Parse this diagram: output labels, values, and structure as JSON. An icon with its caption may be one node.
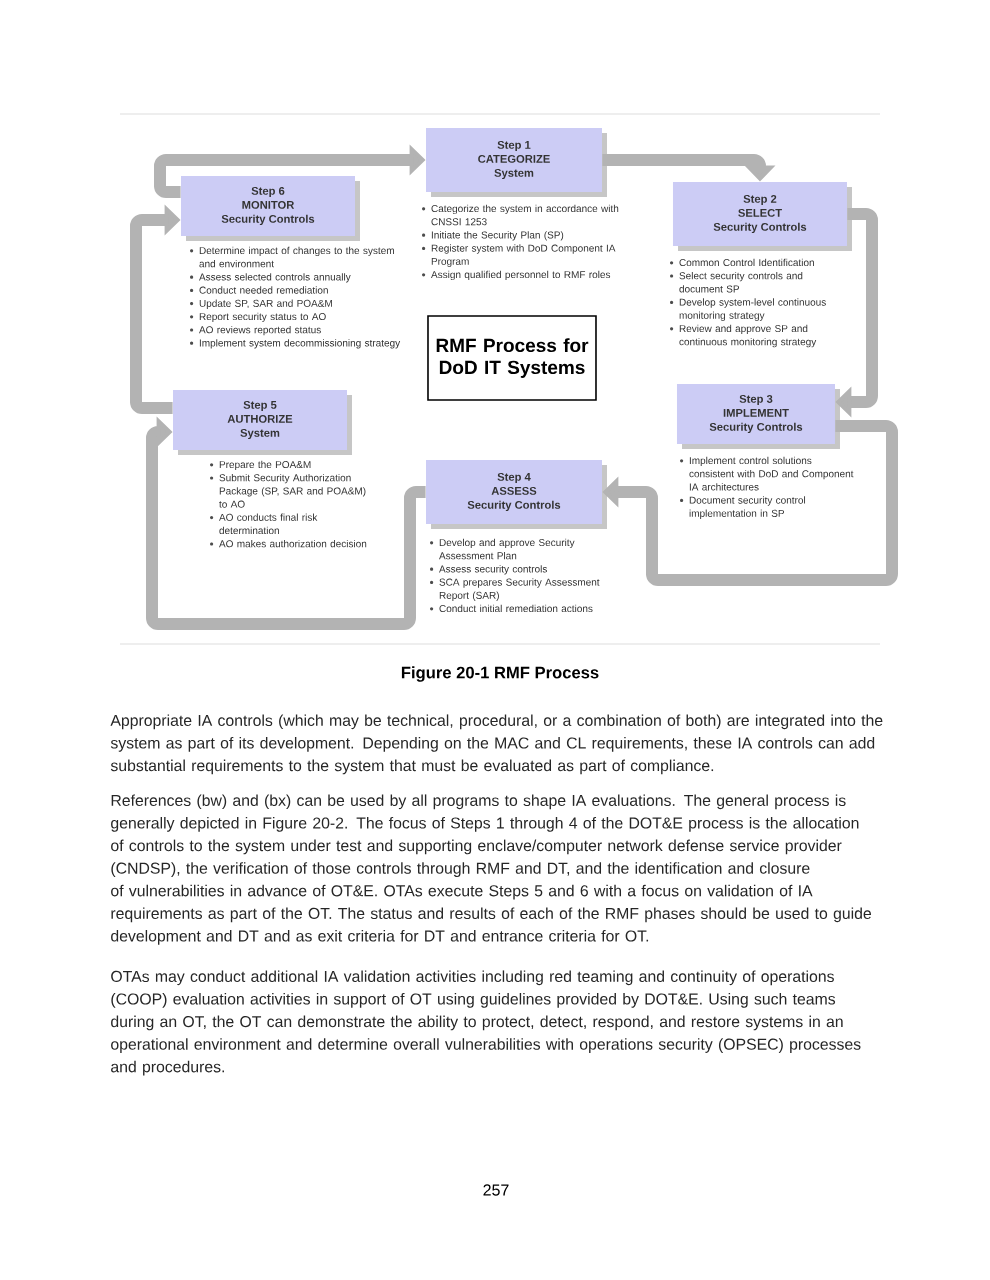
{
  "diagram": {
    "caption": "Figure 20-1 RMF Process",
    "nodes": [
      {
        "text": [
          "Step 1",
          "CATEGORIZE",
          "System"
        ],
        "beside": [
          "Categorize the system in accordance with CNSSI 1253",
          "Initiate the Security Plan (SP)",
          "Register system with DoD Component IA Program",
          "Assign qualified personnel to RMF roles"
        ]
      },
      {
        "text": [
          "Step 6",
          "MONITOR",
          "Security Controls"
        ],
        "beside": [
          "Determine impact of changes to the system and environment",
          "Assess selected controls annually",
          "Conduct needed remediation",
          "Update SP, SAR and POA&M",
          "Report security status to AO",
          "AO reviews reported status",
          "Implement system decommissioning strategy"
        ]
      },
      {
        "text": [
          "Step 2",
          "SELECT",
          "Security Controls"
        ],
        "beside": [
          "Common Control Identification",
          "Select security controls and document SP",
          "Develop system-level continuous monitoring strategy",
          "Review and approve SP and continuous monitoring strategy"
        ]
      },
      {
        "text": [
          "RMF Process for DoD IT Systems"
        ]
      },
      {
        "text": [
          "Step 3",
          "IMPLEMENT",
          "Security Controls"
        ],
        "beside": [
          "Implement control solutions consistent with DoD and Component IA architectures",
          "Document security control implementation in SP"
        ]
      },
      {
        "text": [
          "Step 5",
          "AUTHORIZE",
          "System"
        ],
        "beside": [
          "Prepare the POA&M",
          "Submit Security Authorization Package (SP, SAR and POA&M) to AO",
          "AO conducts final risk determination",
          "AO makes authorization decision"
        ]
      },
      {
        "text": [
          "Step 4",
          "ASSESS",
          "Security Controls"
        ],
        "beside": [
          "Develop and approve Security Assessment Plan",
          "Assess security controls",
          "SCA prepares Security Assessment Report (SAR)",
          "Conduct initial remediation actions"
        ]
      }
    ],
    "edges": [
      {
        "from": 1,
        "to": 0,
        "arrow": "to"
      },
      {
        "from": 0,
        "to": 2,
        "arrow": "to"
      },
      {
        "from": 2,
        "to": 4,
        "arrow": "to"
      },
      {
        "from": 4,
        "to": 6,
        "arrow": "to"
      },
      {
        "from": 6,
        "to": 5,
        "arrow": "to"
      },
      {
        "from": 5,
        "to": 1,
        "arrow": "to"
      }
    ],
    "labels": [
      "Appropriate IA controls (which may be technical, procedural, or a combination of both) are integrated into the system as part of its development. Depending on the MAC and CL requirements, these IA controls can add substantial requirements to the system that must be evaluated as part of compliance.",
      "References (bw) and (bx) can be used by all programs to shape IA evaluations. The general process is generally depicted in Figure 20-2. The focus of Steps 1 through 4 of the DOT&E process is the allocation of controls to the system under test and supporting enclave/computer network defense service provider (CNDSP), the verification of those controls through RMF and DT, and the identification and closure of vulnerabilities in advance of OT&E. OTAs execute Steps 5 and 6 with a focus on validation of IA requirements as part of the OT. The status and results of each of the RMF phases should be used to guide development and DT and as exit criteria for DT and entrance criteria for OT.",
      "OTAs may conduct additional IA validation activities including red teaming and continuity of operations (COOP) evaluation activities in support of OT using guidelines provided by DOT&E. Using such teams during an OT, the OT can demonstrate the ability to protect, detect, respond, and restore systems in an operational environment and determine overall vulnerabilities with operations security (OPSEC) processes and procedures.",
      "257"
    ]
  }
}
